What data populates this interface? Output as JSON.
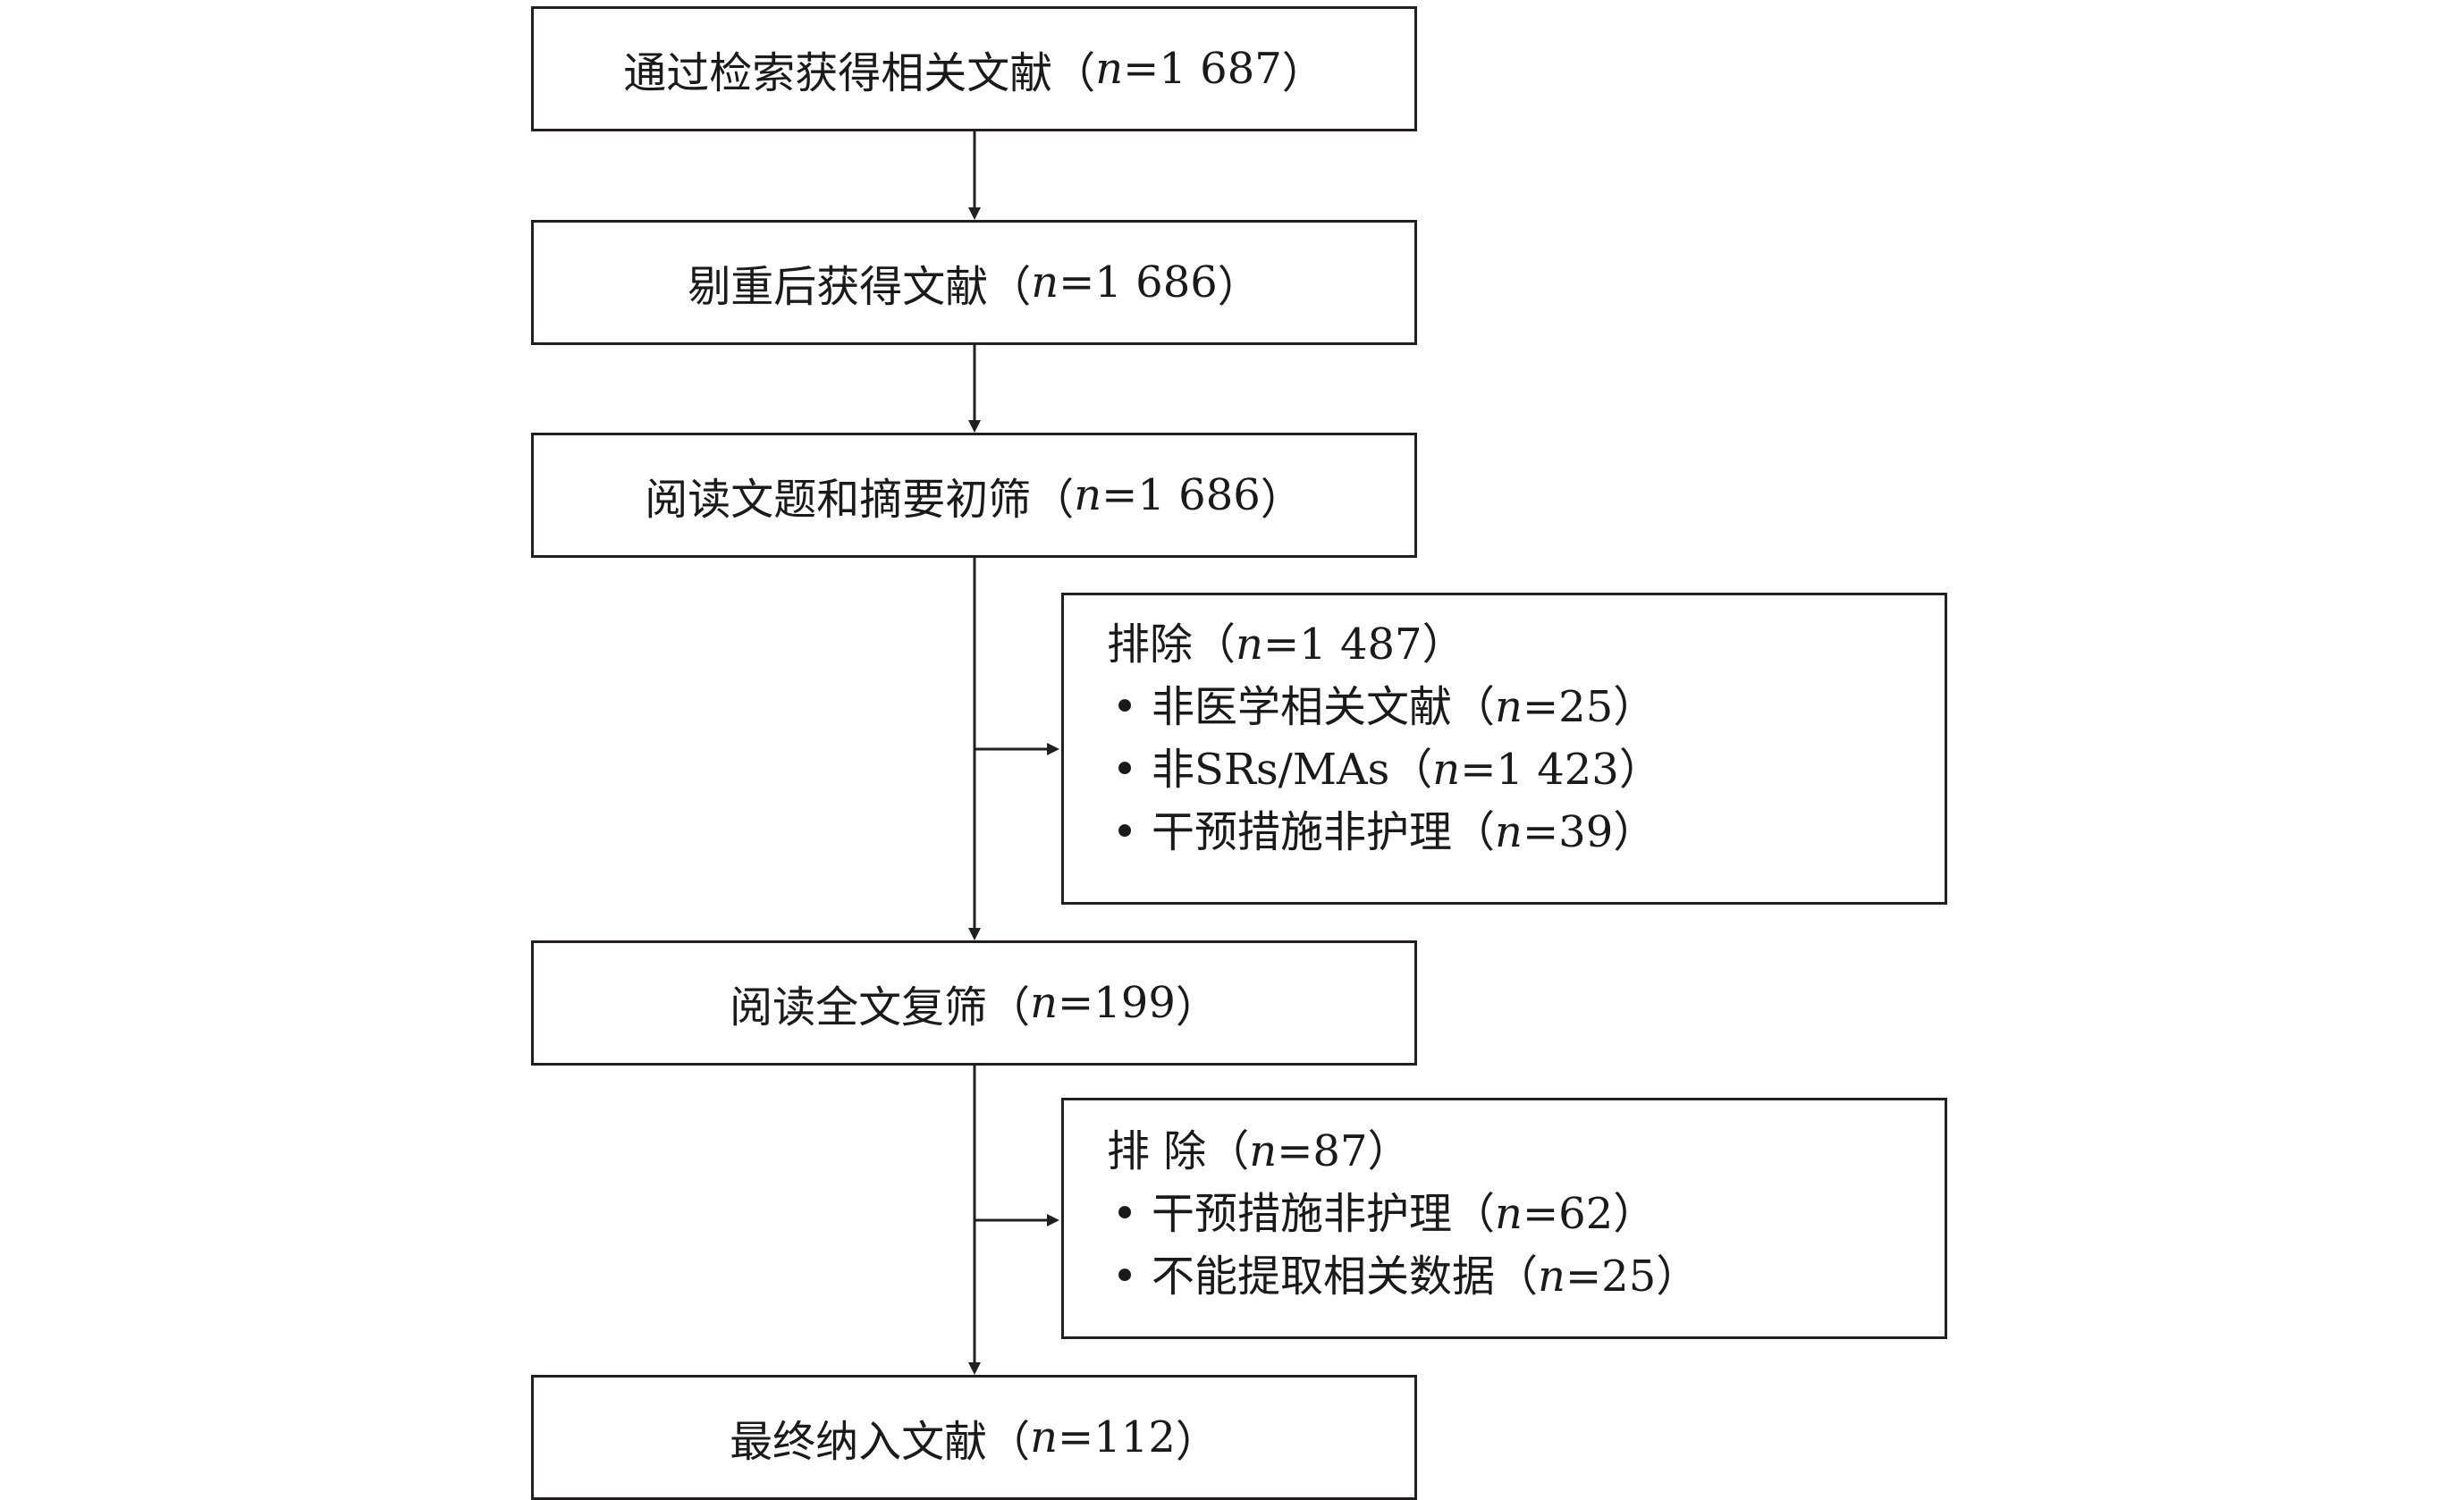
{
  "boxes": {
    "retrieved": {
      "label": "通过检索获得相关文献（",
      "n": "n",
      "value": "=1 687",
      "close": "）"
    },
    "dedup": {
      "label": "剔重后获得文献（",
      "n": "n",
      "value": "=1 686",
      "close": "）"
    },
    "screen_title": {
      "label": "阅读文题和摘要初筛（",
      "n": "n",
      "value": "=1 686",
      "close": "）"
    },
    "fulltext": {
      "label": "阅读全文复筛（",
      "n": "n",
      "value": "=199",
      "close": "）"
    },
    "included": {
      "label": "最终纳入文献（",
      "n": "n",
      "value": "=112",
      "close": "）"
    }
  },
  "exclusion1": {
    "title": {
      "label": "排除（",
      "n": "n",
      "value": "=1 487",
      "close": "）"
    },
    "items": [
      {
        "bullet": "•",
        "label": "非医学相关文献（",
        "n": "n",
        "value": "=25",
        "close": "）"
      },
      {
        "bullet": "•",
        "label": "非SRs/MAs（",
        "n": "n",
        "value": "=1 423",
        "close": "）"
      },
      {
        "bullet": "•",
        "label": "干预措施非护理（",
        "n": "n",
        "value": "=39",
        "close": "）"
      }
    ]
  },
  "exclusion2": {
    "title": {
      "label": "排 除（",
      "n": "n",
      "value": "=87",
      "close": "）"
    },
    "items": [
      {
        "bullet": "•",
        "label": "干预措施非护理（",
        "n": "n",
        "value": "=62",
        "close": "）"
      },
      {
        "bullet": "•",
        "label": "不能提取相关数据（",
        "n": "n",
        "value": "=25",
        "close": "）"
      }
    ]
  }
}
